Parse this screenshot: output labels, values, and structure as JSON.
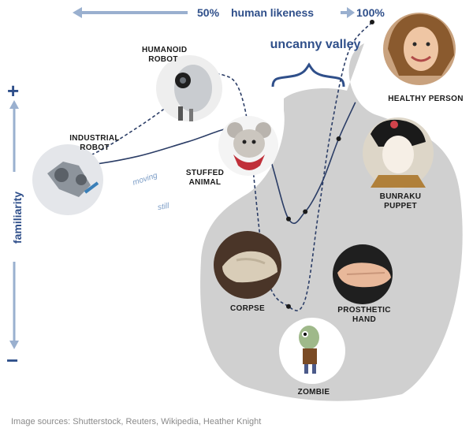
{
  "chart_data": {
    "type": "line",
    "title": "uncanny valley",
    "xlabel": "human likeness",
    "ylabel": "familiarity",
    "x_tick_labels": [
      "50%",
      "100%"
    ],
    "y_axis_ends": [
      "+",
      "−"
    ],
    "xlim": [
      0,
      100
    ],
    "ylim": [
      -100,
      100
    ],
    "series": [
      {
        "name": "moving",
        "style": "dashed",
        "x": [
          0,
          15,
          30,
          45,
          55,
          62,
          68,
          75,
          80,
          84,
          88,
          93,
          100
        ],
        "y": [
          0,
          8,
          28,
          52,
          64,
          40,
          -70,
          -95,
          -90,
          -30,
          30,
          80,
          100
        ]
      },
      {
        "name": "still",
        "style": "solid",
        "x": [
          0,
          15,
          30,
          45,
          60,
          68,
          75,
          80,
          85,
          90,
          95
        ],
        "y": [
          0,
          2,
          8,
          18,
          28,
          15,
          -35,
          -30,
          -10,
          20,
          45
        ]
      }
    ],
    "annotations": [
      {
        "label": "INDUSTRIAL ROBOT",
        "series": "still",
        "x": 15,
        "y": 2
      },
      {
        "label": "HUMANOID ROBOT",
        "series": "moving",
        "x": 49,
        "y": 57
      },
      {
        "label": "STUFFED ANIMAL",
        "series": "still",
        "x": 60,
        "y": 28
      },
      {
        "label": "CORPSE",
        "series": "still",
        "x": 75,
        "y": -35
      },
      {
        "label": "ZOMBIE",
        "series": "moving",
        "x": 75,
        "y": -95
      },
      {
        "label": "PROSTHETIC HAND",
        "series": "still",
        "x": 80,
        "y": -30
      },
      {
        "label": "BUNRAKU PUPPET",
        "series": "still",
        "x": 90,
        "y": 20
      },
      {
        "label": "HEALTHY PERSON",
        "series": "moving",
        "x": 100,
        "y": 100
      }
    ],
    "legend": "inline"
  },
  "header": {
    "fifty": "50%",
    "axis_label": "human likeness",
    "hundred": "100%"
  },
  "side": {
    "ylabel": "familiarity",
    "plus": "+",
    "minus": "−"
  },
  "labels": {
    "uncanny": "uncanny valley",
    "humanoid": "HUMANOID ROBOT",
    "industrial": "INDUSTRIAL ROBOT",
    "stuffed": "STUFFED ANIMAL",
    "corpse": "CORPSE",
    "zombie": "ZOMBIE",
    "prosthetic": "PROSTHETIC HAND",
    "bunraku": "BUNRAKU PUPPET",
    "healthy": "HEALTHY PERSON",
    "moving": "moving",
    "still": "still"
  },
  "footer": {
    "source": "Image sources: Shutterstock, Reuters, Wikipedia, Heather Knight"
  },
  "colors": {
    "accent": "#2f4f8a",
    "valley_fill": "#cfcfcf",
    "line": "#2b3d66",
    "arrow": "#9ab0cf"
  }
}
